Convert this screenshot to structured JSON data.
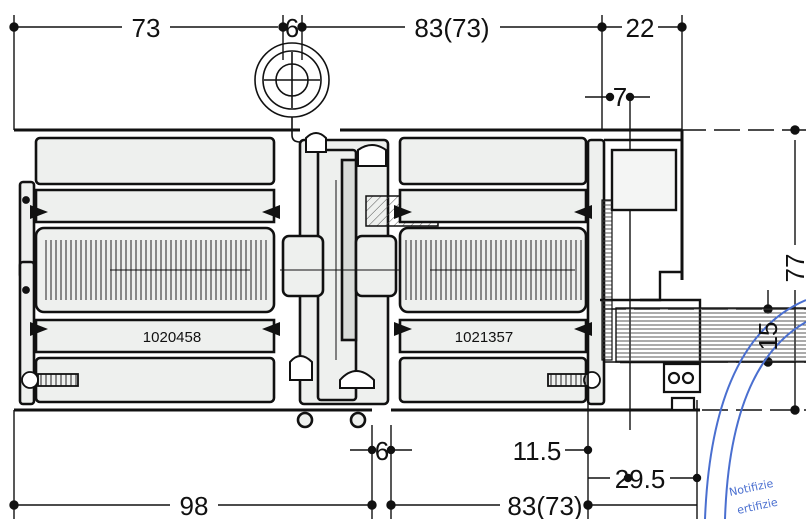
{
  "dimensions": {
    "top_left": "73",
    "top_center_small": "6",
    "top_center": "83(73)",
    "top_right": "22",
    "top_right_small": "7",
    "right_height": "77",
    "right_small": "15",
    "bottom_small": "6",
    "bottom_right_1": "11.5",
    "bottom_right_2": "29.5",
    "bottom_left": "98",
    "bottom_center": "83(73)"
  },
  "parts": {
    "left_profile": "1020458",
    "right_profile": "1021357"
  },
  "stamp": {
    "line1": "Notifizie",
    "line2": "ertifizie"
  },
  "colors": {
    "line": "#111111",
    "profile_fill": "#e9ece9",
    "hatch": "#333333",
    "stamp": "#4a6fd0"
  }
}
